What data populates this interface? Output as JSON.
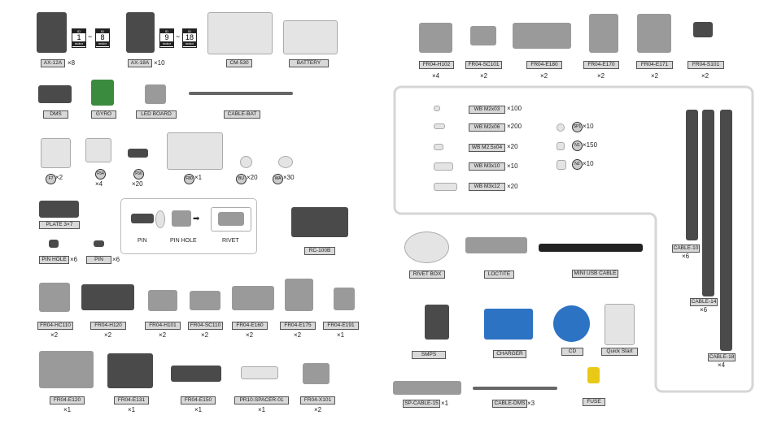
{
  "motor_ids": {
    "ax12": {
      "top": "ID",
      "from": "1",
      "to": "8",
      "bottom": "motor"
    },
    "ax18": {
      "top": "ID",
      "from": "9",
      "to": "18",
      "bottom": "motor"
    },
    "separator": "~"
  },
  "rivet_diagram": {
    "pin": "PIN",
    "pin_hole": "PIN HOLE",
    "rivet": "RIVET"
  },
  "parts": [
    {
      "id": "ax12a",
      "label": "AX-12A",
      "qty": "×8"
    },
    {
      "id": "ax18a",
      "label": "AX-18A",
      "qty": "×10"
    },
    {
      "id": "cm530",
      "label": "CM-530",
      "qty": ""
    },
    {
      "id": "battery",
      "label": "BATTERY",
      "qty": ""
    },
    {
      "id": "dms",
      "label": "DMS",
      "qty": ""
    },
    {
      "id": "gyro",
      "label": "GYRO",
      "qty": ""
    },
    {
      "id": "ledboard",
      "label": "LED BOARD",
      "qty": ""
    },
    {
      "id": "cablebat",
      "label": "CABLE-BAT",
      "qty": ""
    },
    {
      "id": "plate",
      "label": "PLATE 3×7",
      "qty": ""
    },
    {
      "id": "pinhole",
      "label": "PIN HOLE",
      "qty": "×6"
    },
    {
      "id": "pin",
      "label": "PIN",
      "qty": "×6"
    },
    {
      "id": "rc100b",
      "label": "RC-100B",
      "qty": ""
    },
    {
      "id": "hc110",
      "label": "FR04-HC110",
      "qty": "×2"
    },
    {
      "id": "h120",
      "label": "FR04-H120",
      "qty": "×2"
    },
    {
      "id": "h101",
      "label": "FR04-H101",
      "qty": "×2"
    },
    {
      "id": "sc110",
      "label": "FR04-SC110",
      "qty": "×2"
    },
    {
      "id": "e160",
      "label": "FR04-E160",
      "qty": "×2"
    },
    {
      "id": "e175",
      "label": "FR04-E175",
      "qty": "×2"
    },
    {
      "id": "e191",
      "label": "FR04-E191",
      "qty": "×1"
    },
    {
      "id": "e120",
      "label": "FR04-E120",
      "qty": "×1"
    },
    {
      "id": "e131",
      "label": "FR04-E131",
      "qty": "×1"
    },
    {
      "id": "e150",
      "label": "FR04-E150",
      "qty": "×1"
    },
    {
      "id": "spacer",
      "label": "PR10-SPACER-01",
      "qty": "×1"
    },
    {
      "id": "x101",
      "label": "FR04-X101",
      "qty": "×2"
    },
    {
      "id": "h102",
      "label": "FR04-H102",
      "qty": "×4"
    },
    {
      "id": "sc101",
      "label": "FR04-SC101",
      "qty": "×2"
    },
    {
      "id": "e180",
      "label": "FR04-E180",
      "qty": "×2"
    },
    {
      "id": "e170",
      "label": "FR04-E170",
      "qty": "×2"
    },
    {
      "id": "e171",
      "label": "FR04-E171",
      "qty": "×2"
    },
    {
      "id": "s101",
      "label": "FR04-S101",
      "qty": "×2"
    },
    {
      "id": "m2x03",
      "label": "WB M2x03",
      "qty": "×100"
    },
    {
      "id": "m2x06",
      "label": "WB M2x06",
      "qty": "×200"
    },
    {
      "id": "m25x04",
      "label": "WB M2.5x04",
      "qty": "×20"
    },
    {
      "id": "m3x10",
      "label": "WB M3x10",
      "qty": "×10"
    },
    {
      "id": "m3x12",
      "label": "WB M3x12",
      "qty": "×20"
    },
    {
      "id": "cable10",
      "label": "CABLE-10",
      "qty": "×6"
    },
    {
      "id": "cable14",
      "label": "CABLE-14",
      "qty": "×6"
    },
    {
      "id": "cable18",
      "label": "CABLE-18",
      "qty": "×4"
    },
    {
      "id": "rivetbox",
      "label": "RIVET BOX",
      "qty": ""
    },
    {
      "id": "loctite",
      "label": "LOCTITE",
      "qty": ""
    },
    {
      "id": "usb",
      "label": "MINI USB CABLE",
      "qty": ""
    },
    {
      "id": "smps",
      "label": "SMPS",
      "qty": ""
    },
    {
      "id": "charger",
      "label": "CHARGER",
      "qty": ""
    },
    {
      "id": "cd",
      "label": "CD",
      "qty": ""
    },
    {
      "id": "quickstart",
      "label": "Quick Start",
      "qty": ""
    },
    {
      "id": "spcable",
      "label": "SP-CABLE-15",
      "qty": "×1"
    },
    {
      "id": "cabledms",
      "label": "CABLE-DMS",
      "qty": "×3"
    },
    {
      "id": "fuse",
      "label": "FUSE",
      "qty": ""
    }
  ],
  "circle_parts": [
    {
      "id": "f7",
      "code": "F7",
      "qty": "×2"
    },
    {
      "id": "f54",
      "code": "F54",
      "qty": "×4"
    },
    {
      "id": "f56",
      "code": "F56",
      "qty": "×20"
    },
    {
      "id": "f80",
      "code": "F80",
      "qty": "×1"
    },
    {
      "id": "bu",
      "code": "BU",
      "qty": "×20"
    },
    {
      "id": "wa",
      "code": "WA",
      "qty": "×30"
    },
    {
      "id": "sp1",
      "code": "SP1",
      "qty": "×10"
    },
    {
      "id": "n1",
      "code": "N1",
      "qty": "×150"
    },
    {
      "id": "n2",
      "code": "N2",
      "qty": "×10"
    }
  ]
}
